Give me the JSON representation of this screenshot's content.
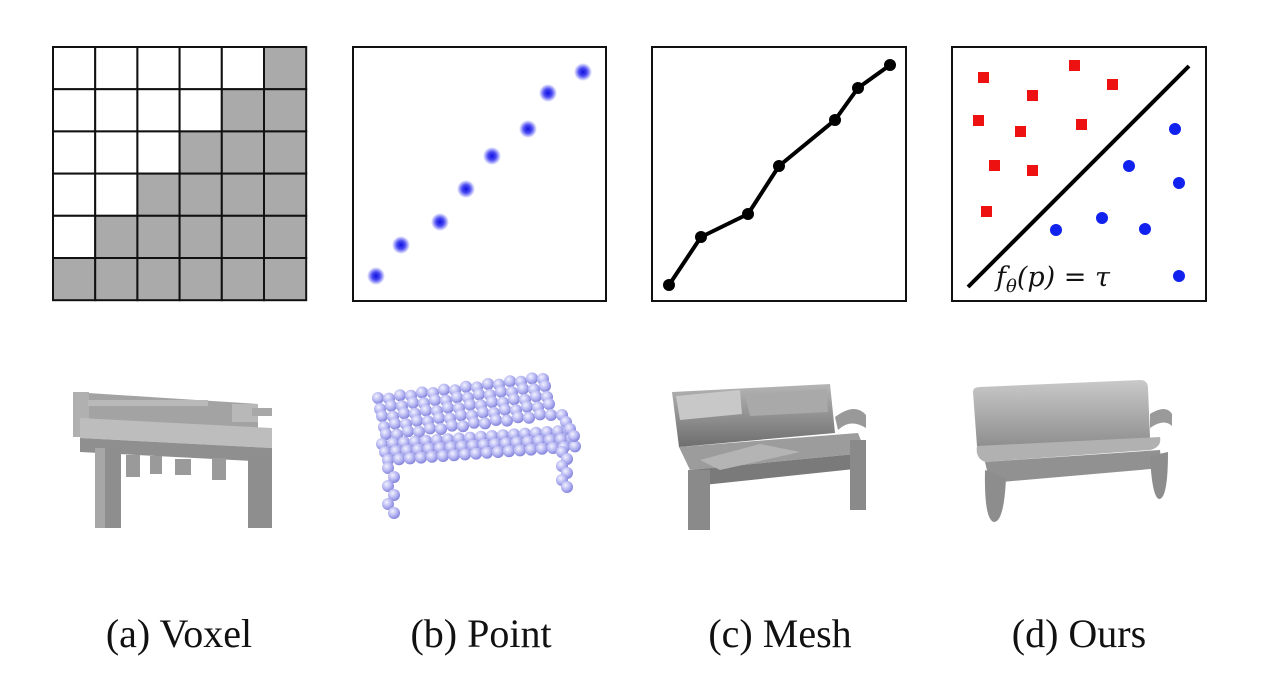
{
  "captions": {
    "voxel": "(a) Voxel",
    "point": "(b) Point",
    "mesh": "(c) Mesh",
    "ours": "(d) Ours"
  },
  "equation": {
    "f": "f",
    "theta": "θ",
    "arg": "(p) = τ"
  },
  "colors": {
    "voxel_fill": "#aaaaaa",
    "point": "#3b3bf0",
    "point_cloud": "#a9a9f0",
    "inside_square": "#ee1111",
    "outside_circle": "#1122ee",
    "mesh_gray": "#8c8c8c",
    "ours_gray": "#a0a0a0"
  },
  "voxel_grid": {
    "rows": 6,
    "cols": 6,
    "filled": [
      [
        0,
        0,
        0,
        0,
        0,
        1
      ],
      [
        0,
        0,
        0,
        0,
        1,
        1
      ],
      [
        0,
        0,
        0,
        1,
        1,
        1
      ],
      [
        0,
        0,
        1,
        1,
        1,
        1
      ],
      [
        0,
        1,
        1,
        1,
        1,
        1
      ],
      [
        1,
        1,
        1,
        1,
        1,
        1
      ]
    ]
  }
}
